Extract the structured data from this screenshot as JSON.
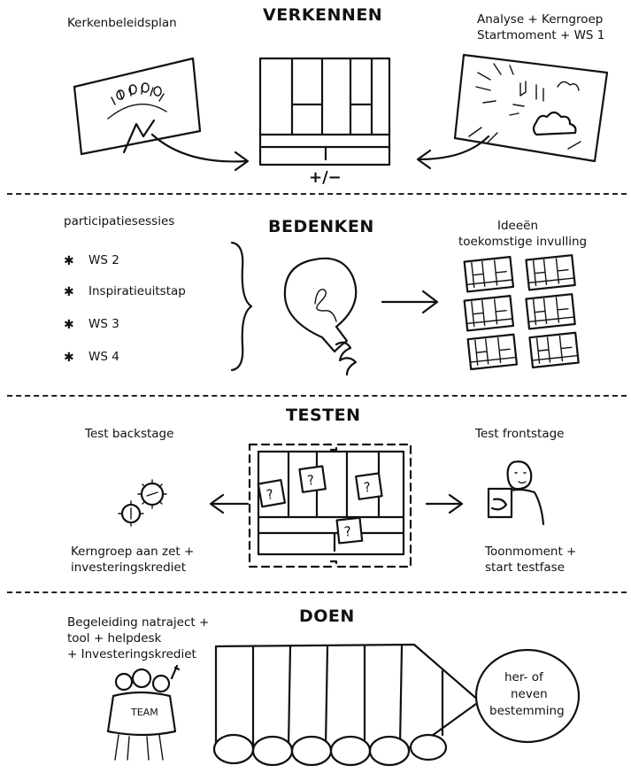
{
  "verkennen": {
    "title": "VERKENNEN",
    "left_label": "Kerkenbeleidsplan",
    "right_label_line1": "Analyse + Kerngroep",
    "right_label_line2": "Startmoment + WS 1",
    "plusminus": "+/−"
  },
  "bedenken": {
    "title": "BEDENKEN",
    "left_label": "participatiesessies",
    "items": [
      "WS 2",
      "Inspiratieuitstap",
      "WS 3",
      "WS 4"
    ],
    "bullet": "✱",
    "right_label_line1": "Ideeën",
    "right_label_line2": "toekomstige invulling"
  },
  "testen": {
    "title": "TESTEN",
    "left_label": "Test backstage",
    "left_bottom_line1": "Kerngroep aan zet +",
    "left_bottom_line2": "investeringskrediet",
    "right_label": "Test frontstage",
    "right_bottom_line1": "Toonmoment +",
    "right_bottom_line2": "start testfase",
    "question": "?"
  },
  "doen": {
    "title": "DOEN",
    "left_line1": "Begeleiding natraject +",
    "left_line2": "tool + helpdesk",
    "left_line3": "+ Investeringskrediet",
    "team_label": "TEAM",
    "circle_line1": "her- of",
    "circle_line2": "neven",
    "circle_line3": "bestemming"
  }
}
